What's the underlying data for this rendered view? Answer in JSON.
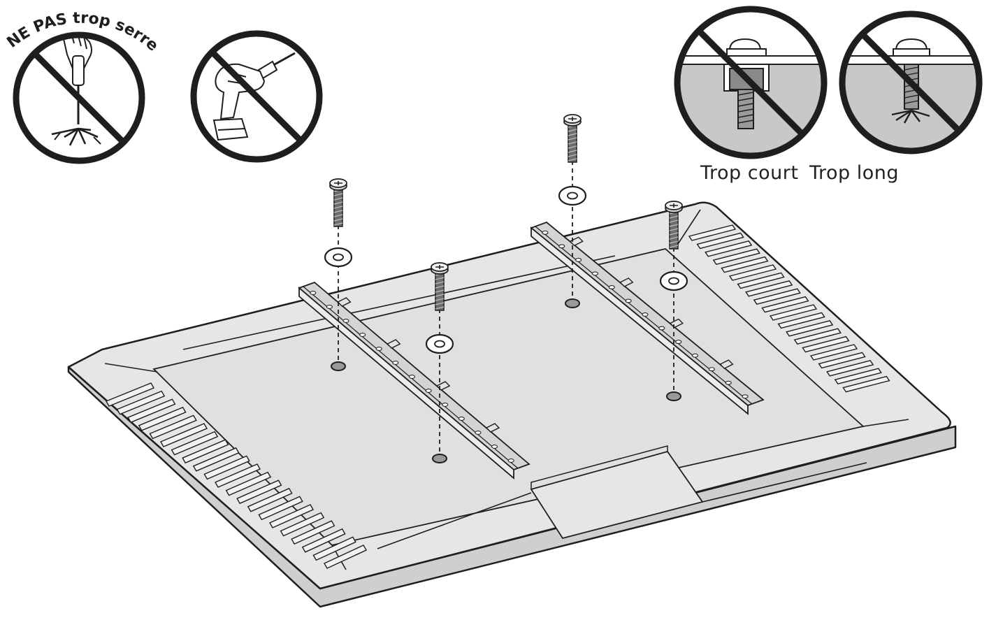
{
  "warnings": {
    "overtighten": "NE PAS trop serrer",
    "too_short": "Trop court",
    "too_long": "Trop long"
  },
  "icons": {
    "overtighten": "screwdriver-prohibited-icon",
    "power_drill": "power-drill-prohibited-icon",
    "too_short": "bolt-too-short-icon",
    "too_long": "bolt-too-long-icon"
  },
  "colors": {
    "line": "#1e1e1e",
    "panel": "#e4e4e4",
    "panel_edge": "#f1f1f1",
    "rail": "#d2d2d2",
    "screw": "#6d6d6d",
    "cross_section": "#c8c8c8"
  }
}
